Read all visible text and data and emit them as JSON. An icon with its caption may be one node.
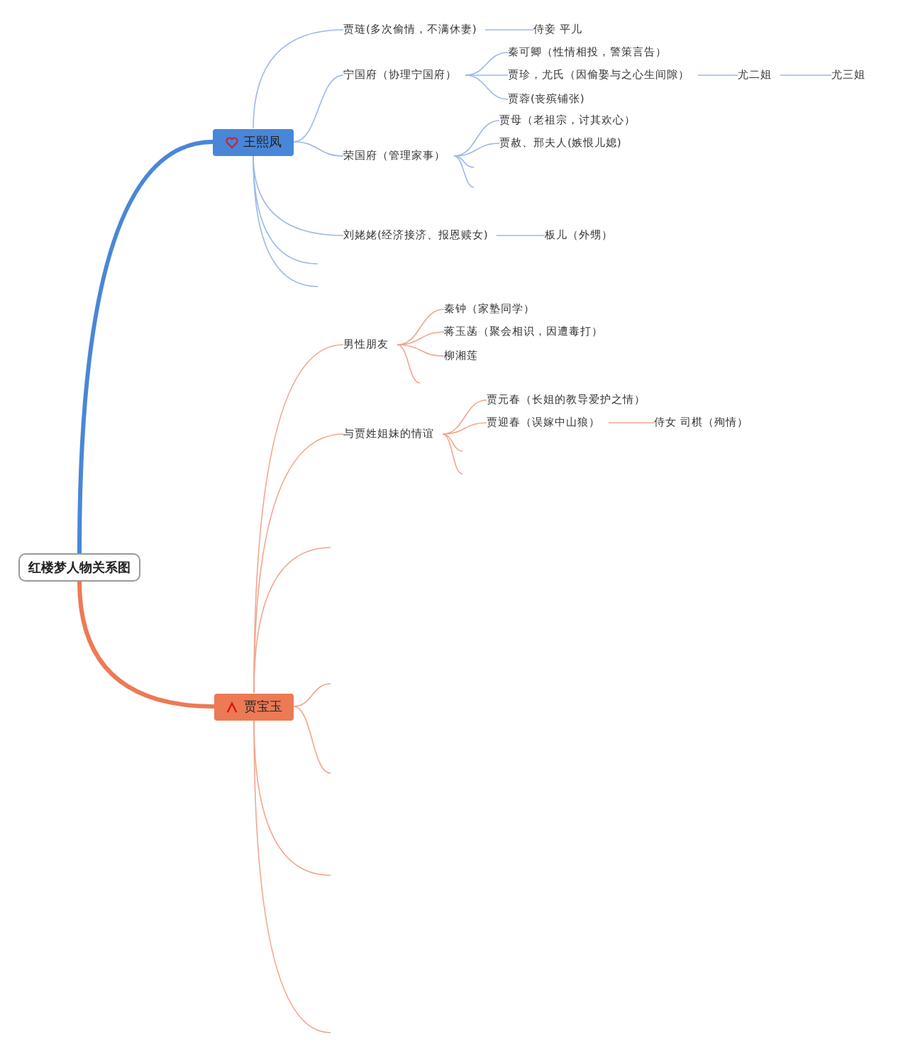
{
  "diagram": {
    "nodes": [
      {
        "text": [
          "红楼梦人物关系图"
        ]
      },
      {
        "text": [
          "王熙凤"
        ]
      },
      {
        "text": [
          "贾琏(多次偷情，不满休妻)"
        ]
      },
      {
        "text": [
          "侍妾 平儿"
        ]
      },
      {
        "text": [
          "宁国府（协理宁国府）"
        ]
      },
      {
        "text": [
          "秦可卿（性情相投，警策言告）"
        ]
      },
      {
        "text": [
          "贾珍，尤氏（因偷娶与之心生间隙）"
        ]
      },
      {
        "text": [
          "尤二姐"
        ]
      },
      {
        "text": [
          "尤三姐"
        ]
      },
      {
        "text": [
          "贾蓉(丧殡铺张)"
        ]
      },
      {
        "text": [
          "荣国府（管理家事）"
        ]
      },
      {
        "text": [
          "贾母（老祖宗，讨其欢心）"
        ]
      },
      {
        "text": [
          "贾赦、邢夫人(嫉恨儿媳)"
        ]
      },
      {
        "text": [
          "刘姥姥(经济接济、报恩赎女)"
        ]
      },
      {
        "text": [
          "板儿（外甥）"
        ]
      },
      {
        "text": [
          "贾宝玉"
        ]
      },
      {
        "text": [
          "男性朋友"
        ]
      },
      {
        "text": [
          "秦钟（家塾同学）"
        ]
      },
      {
        "text": [
          "蒋玉菡（聚会相识，因遭毒打）"
        ]
      },
      {
        "text": [
          "柳湘莲"
        ]
      },
      {
        "text": [
          "与贾姓姐妹的情谊"
        ]
      },
      {
        "text": [
          "贾元春（长姐的教导爱护之情）"
        ]
      },
      {
        "text": [
          "贾迎春（误嫁中山狼）"
        ]
      },
      {
        "text": [
          "侍女 司棋（殉情）"
        ]
      }
    ],
    "edges": [
      {
        "from": 0,
        "to": 1,
        "arrow": "none",
        "style": "thick",
        "color": "#4a86d8"
      },
      {
        "from": 1,
        "to": 2,
        "arrow": "none",
        "color": "#9db8e8"
      },
      {
        "from": 2,
        "to": 3,
        "arrow": "none",
        "color": "#9db8e8"
      },
      {
        "from": 1,
        "to": 4,
        "arrow": "none",
        "color": "#9db8e8"
      },
      {
        "from": 4,
        "to": 5,
        "arrow": "none",
        "color": "#9db8e8"
      },
      {
        "from": 4,
        "to": 6,
        "arrow": "none",
        "color": "#9db8e8"
      },
      {
        "from": 6,
        "to": 7,
        "arrow": "none",
        "color": "#9db8e8"
      },
      {
        "from": 7,
        "to": 8,
        "arrow": "none",
        "color": "#9db8e8"
      },
      {
        "from": 4,
        "to": 9,
        "arrow": "none",
        "color": "#9db8e8"
      },
      {
        "from": 1,
        "to": 10,
        "arrow": "none",
        "color": "#9db8e8"
      },
      {
        "from": 10,
        "to": 11,
        "arrow": "none",
        "color": "#9db8e8"
      },
      {
        "from": 10,
        "to": 12,
        "arrow": "none",
        "color": "#9db8e8"
      },
      {
        "from": 10,
        "to": null,
        "arrow": "none",
        "color": "#9db8e8"
      },
      {
        "from": 10,
        "to": null,
        "arrow": "none",
        "color": "#9db8e8"
      },
      {
        "from": 1,
        "to": 13,
        "arrow": "none",
        "color": "#9db8e8"
      },
      {
        "from": 13,
        "to": 14,
        "arrow": "none",
        "color": "#9db8e8"
      },
      {
        "from": 1,
        "to": null,
        "arrow": "none",
        "color": "#9db8e8"
      },
      {
        "from": 1,
        "to": null,
        "arrow": "none",
        "color": "#9db8e8"
      },
      {
        "from": 0,
        "to": 15,
        "arrow": "none",
        "style": "thick",
        "color": "#ec7a55"
      },
      {
        "from": 15,
        "to": 16,
        "arrow": "none",
        "color": "#f2a58c"
      },
      {
        "from": 16,
        "to": 17,
        "arrow": "none",
        "color": "#f2a58c"
      },
      {
        "from": 16,
        "to": 18,
        "arrow": "none",
        "color": "#f2a58c"
      },
      {
        "from": 16,
        "to": 19,
        "arrow": "none",
        "color": "#f2a58c"
      },
      {
        "from": 16,
        "to": null,
        "arrow": "none",
        "color": "#f2a58c"
      },
      {
        "from": 15,
        "to": 20,
        "arrow": "none",
        "color": "#f2a58c"
      },
      {
        "from": 20,
        "to": 21,
        "arrow": "none",
        "color": "#f2a58c"
      },
      {
        "from": 20,
        "to": 22,
        "arrow": "none",
        "color": "#f2a58c"
      },
      {
        "from": 22,
        "to": 23,
        "arrow": "none",
        "color": "#f2a58c"
      },
      {
        "from": 20,
        "to": null,
        "arrow": "none",
        "color": "#f2a58c"
      },
      {
        "from": 20,
        "to": null,
        "arrow": "none",
        "color": "#f2a58c"
      },
      {
        "from": 15,
        "to": null,
        "arrow": "none",
        "color": "#f2a58c"
      },
      {
        "from": 15,
        "to": null,
        "arrow": "none",
        "color": "#f2a58c"
      },
      {
        "from": 15,
        "to": null,
        "arrow": "none",
        "color": "#f2a58c"
      },
      {
        "from": 15,
        "to": null,
        "arrow": "none",
        "color": "#f2a58c"
      },
      {
        "from": 15,
        "to": null,
        "arrow": "none",
        "color": "#f2a58c"
      }
    ]
  }
}
